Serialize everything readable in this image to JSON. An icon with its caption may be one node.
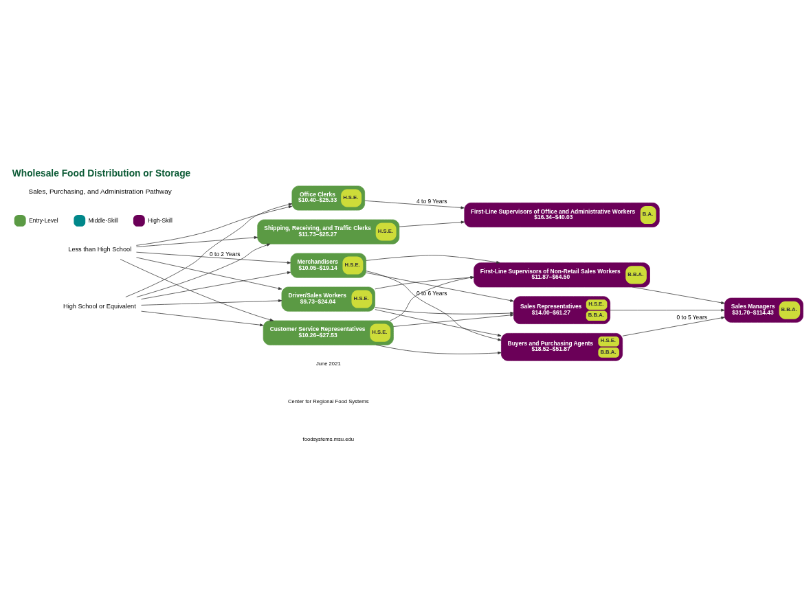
{
  "diagram": {
    "title": "Wholesale Food Distribution or Storage",
    "nodes": [
      {
        "text": [
          "Less than High School"
        ]
      },
      {
        "text": [
          "High School or Equivalent"
        ]
      },
      {
        "text": [
          "Merchandisers",
          "$10.05–$19.14",
          "H.S.E."
        ]
      },
      {
        "text": [
          "Customer Service Representatives",
          "$10.26–$27.53",
          "H.S.E."
        ]
      },
      {
        "text": [
          "Driver/Sales Workers",
          "$9.73–$24.04",
          "H.S.E."
        ]
      },
      {
        "text": [
          "Office Clerks",
          "$10.40–$25.33",
          "H.S.E."
        ]
      },
      {
        "text": [
          "Shipping, Receiving, and Traffic Clerks",
          "$11.73–$25.27",
          "H.S.E."
        ]
      },
      {
        "text": [
          "Buyers and Purchasing Agents",
          "$18.52–$51.87",
          "H.S.E.",
          "B.B.A."
        ]
      },
      {
        "text": [
          "Sales Representatives",
          "$14.00–$61.27",
          "H.S.E.",
          "B.B.A."
        ]
      },
      {
        "text": [
          "First-Line Supervisors of Non-Retail Sales Workers",
          "$11.87–$64.50",
          "B.B.A."
        ]
      },
      {
        "text": [
          "Sales Managers",
          "$31.70–$114.43",
          "B.B.A."
        ]
      },
      {
        "text": [
          "First-Line Supervisors of Office and Administrative Workers",
          "$16.34–$40.03",
          "B.A."
        ]
      }
    ],
    "edges": [
      {
        "from": 0,
        "to": 2,
        "arrow": "to",
        "label": "0 to 2 Years"
      },
      {
        "from": 0,
        "to": 3,
        "arrow": "to"
      },
      {
        "from": 0,
        "to": 4,
        "arrow": "to"
      },
      {
        "from": 0,
        "to": 5,
        "arrow": "to"
      },
      {
        "from": 0,
        "to": 6,
        "arrow": "to"
      },
      {
        "from": 1,
        "to": 2,
        "arrow": "to"
      },
      {
        "from": 1,
        "to": 3,
        "arrow": "to"
      },
      {
        "from": 1,
        "to": 4,
        "arrow": "to"
      },
      {
        "from": 1,
        "to": 5,
        "arrow": "to"
      },
      {
        "from": 1,
        "to": 6,
        "arrow": "to"
      },
      {
        "from": 2,
        "to": 7,
        "arrow": "to",
        "label": "0 to 6 Years"
      },
      {
        "from": 2,
        "to": 8,
        "arrow": "to"
      },
      {
        "from": 2,
        "to": 9,
        "arrow": "to"
      },
      {
        "from": 3,
        "to": 7,
        "arrow": "to"
      },
      {
        "from": 3,
        "to": 8,
        "arrow": "to"
      },
      {
        "from": 3,
        "to": 9,
        "arrow": "to"
      },
      {
        "from": 4,
        "to": 7,
        "arrow": "to"
      },
      {
        "from": 4,
        "to": 8,
        "arrow": "to"
      },
      {
        "from": 4,
        "to": 9,
        "arrow": "to"
      },
      {
        "from": 7,
        "to": 10,
        "arrow": "to",
        "label": "0 to 5 Years"
      },
      {
        "from": 8,
        "to": 10,
        "arrow": "to"
      },
      {
        "from": 9,
        "to": 10,
        "arrow": "to"
      },
      {
        "from": 5,
        "to": 11,
        "arrow": "to",
        "label": "4 to 9 Years"
      },
      {
        "from": 6,
        "to": 11,
        "arrow": "to"
      }
    ],
    "labels": [
      "Sales, Purchasing, and Administration Pathway",
      "June 2021",
      "Center for Regional Food Systems",
      "foodsystems.msu.edu"
    ],
    "legend": [
      {
        "text": "Entry-Level",
        "color": "#5b9a44"
      },
      {
        "text": "Middle-Skill",
        "color": "#00878a"
      },
      {
        "text": "High-Skill",
        "color": "#6b0058"
      }
    ]
  }
}
